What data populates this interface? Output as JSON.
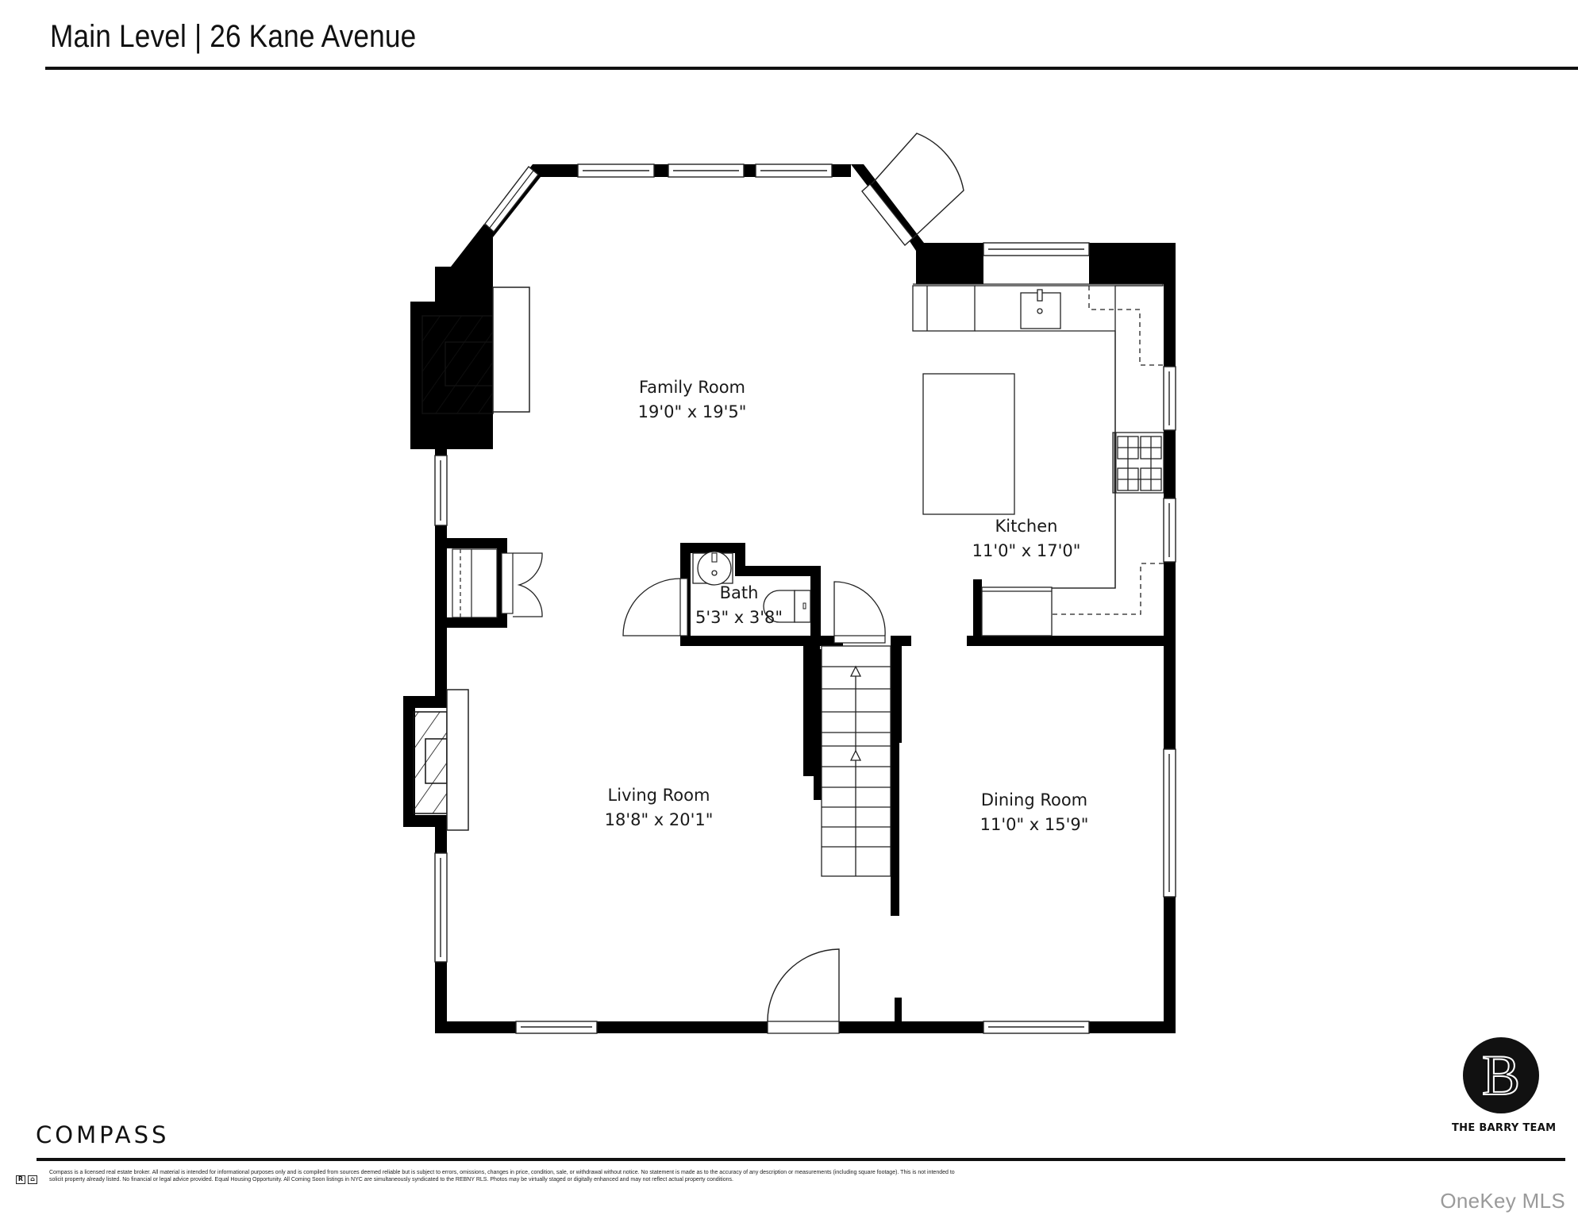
{
  "header": {
    "title": "Main Level | 26 Kane Avenue"
  },
  "rooms": [
    {
      "name": "Family Room",
      "dimensions": "19'0\" x 19'5\""
    },
    {
      "name": "Kitchen",
      "dimensions": "11'0\" x 17'0\""
    },
    {
      "name": "Bath",
      "dimensions": "5'3\" x 3'8\""
    },
    {
      "name": "Living Room",
      "dimensions": "18'8\" x 20'1\""
    },
    {
      "name": "Dining Room",
      "dimensions": "11'0\" x 15'9\""
    }
  ],
  "footer": {
    "brokerage_logo": "COMPASS",
    "team_logo_letter": "B",
    "team_name": "THE BARRY TEAM",
    "disclaimer": "Compass is a licensed real estate broker. All material is intended for informational purposes only and is compiled from sources deemed reliable but is subject to errors, omissions, changes in price, condition, sale, or withdrawal without notice. No statement is made as to the accuracy of any description or measurements (including square footage). This is not intended to solicit property already listed. No financial or legal advice provided. Equal Housing Opportunity. All Coming Soon listings in NYC are simultaneously syndicated to the REBNY RLS. Photos may be virtually staged or digitally enhanced and may not reflect actual property conditions.",
    "fair_housing_icons": [
      "realtor-icon",
      "equal-housing-icon"
    ],
    "watermark": "OneKey MLS"
  },
  "colors": {
    "wall": "#000000",
    "line": "#222222",
    "watermark": "#9a9a9a"
  }
}
